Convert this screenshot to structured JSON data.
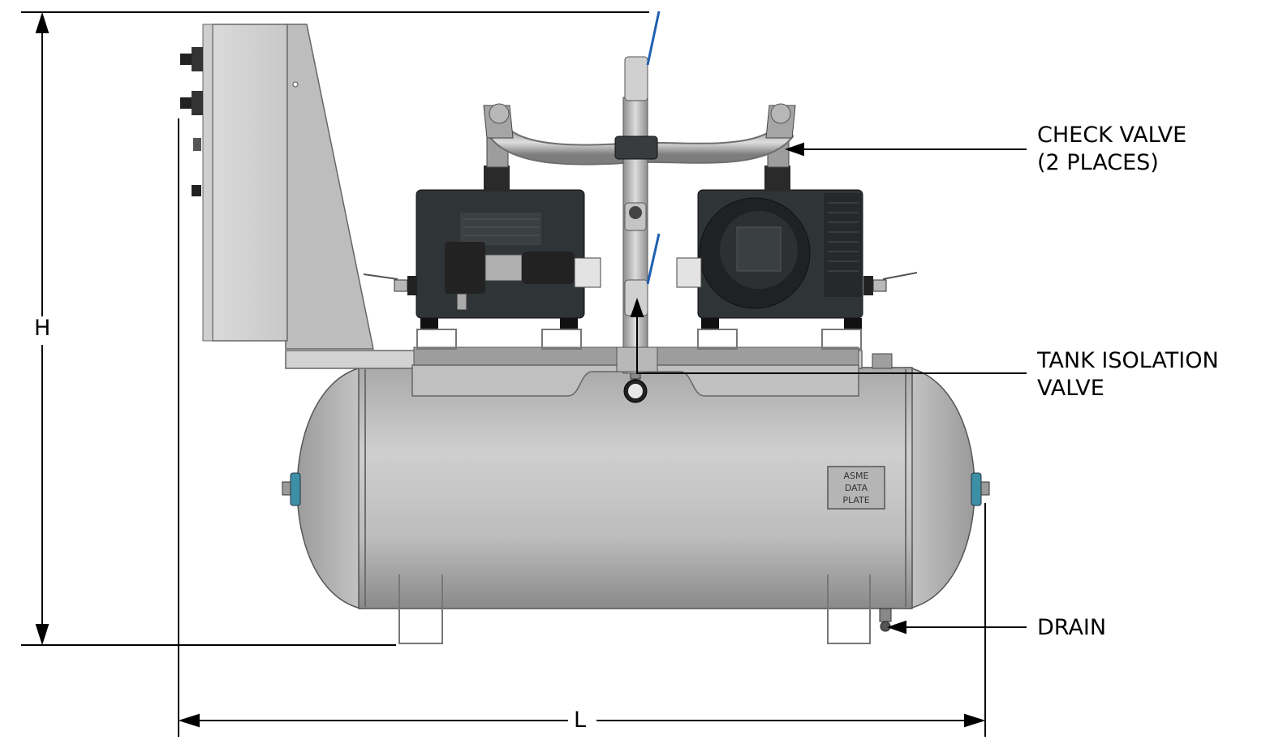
{
  "dimensions": {
    "height_label": "H",
    "length_label": "L"
  },
  "callouts": {
    "check_valve": [
      "CHECK VALVE",
      "(2 PLACES)"
    ],
    "tank_isolation_valve": [
      "TANK ISOLATION",
      "VALVE"
    ],
    "drain": [
      "DRAIN"
    ]
  },
  "data_plate": [
    "ASME",
    "DATA",
    "PLATE"
  ],
  "colors": {
    "tank_light": "#c9c9c9",
    "tank_dark": "#8c8c8c",
    "pump_body": "#2f3436",
    "panel": "#d6d6d6",
    "fitting_blue": "#3d8fa6",
    "valve_handle": "#1f5fb0"
  }
}
